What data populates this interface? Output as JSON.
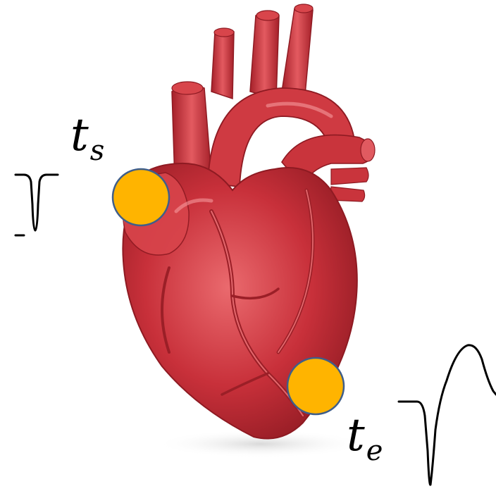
{
  "figure": {
    "heart": {
      "icon": "anatomical-heart-illustration",
      "colors": {
        "primary": "#c8303a",
        "highlight": "#ea6a6e",
        "shadow": "#8e1a22"
      }
    },
    "electrodes": [
      {
        "name": "start-electrode",
        "color": "#ffb400",
        "outline": "#3f5e8a"
      },
      {
        "name": "end-electrode",
        "color": "#ffb400",
        "outline": "#3f5e8a"
      }
    ],
    "labels": {
      "start": {
        "base": "t",
        "sub": "s"
      },
      "end": {
        "base": "t",
        "sub": "e"
      }
    },
    "waveforms": [
      {
        "name": "start-waveform",
        "shape": "negative-spike",
        "color": "#000000"
      },
      {
        "name": "end-waveform",
        "shape": "negative-spike-then-positive-peak",
        "color": "#000000"
      }
    ]
  }
}
